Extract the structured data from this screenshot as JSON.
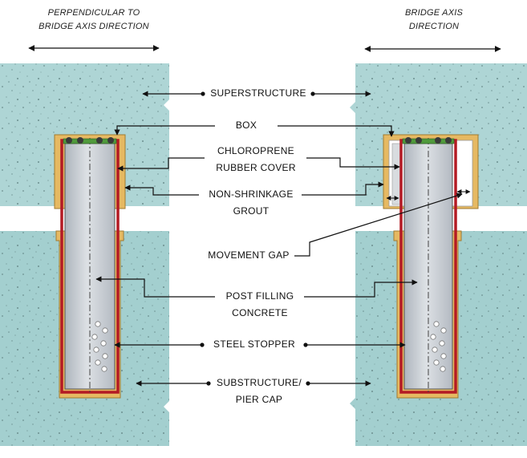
{
  "headers": {
    "left": {
      "line1": "PERPENDICULAR TO",
      "line2": "BRIDGE AXIS DIRECTION"
    },
    "right": {
      "line1": "BRIDGE AXIS",
      "line2": "DIRECTION"
    }
  },
  "labels": {
    "superstructure": "SUPERSTRUCTURE",
    "box": "BOX",
    "chloroprene": {
      "line1": "CHLOROPRENE",
      "line2": "RUBBER COVER"
    },
    "grout": {
      "line1": "NON-SHRINKAGE",
      "line2": "GROUT"
    },
    "movement_gap": "MOVEMENT GAP",
    "post_filling": {
      "line1": "POST FILLING",
      "line2": "CONCRETE"
    },
    "steel_stopper": "STEEL STOPPER",
    "substructure": {
      "line1": "SUBSTRUCTURE/",
      "line2": "PIER CAP"
    }
  },
  "colors": {
    "concrete": "#aed5d5",
    "concrete_lower": "#a3cfcf",
    "grout": "#e6b962",
    "rubber": "#b31a24",
    "post": "#c9ced4",
    "steel": "#3a3a3a",
    "bolt_plate": "#4f9a3c"
  }
}
